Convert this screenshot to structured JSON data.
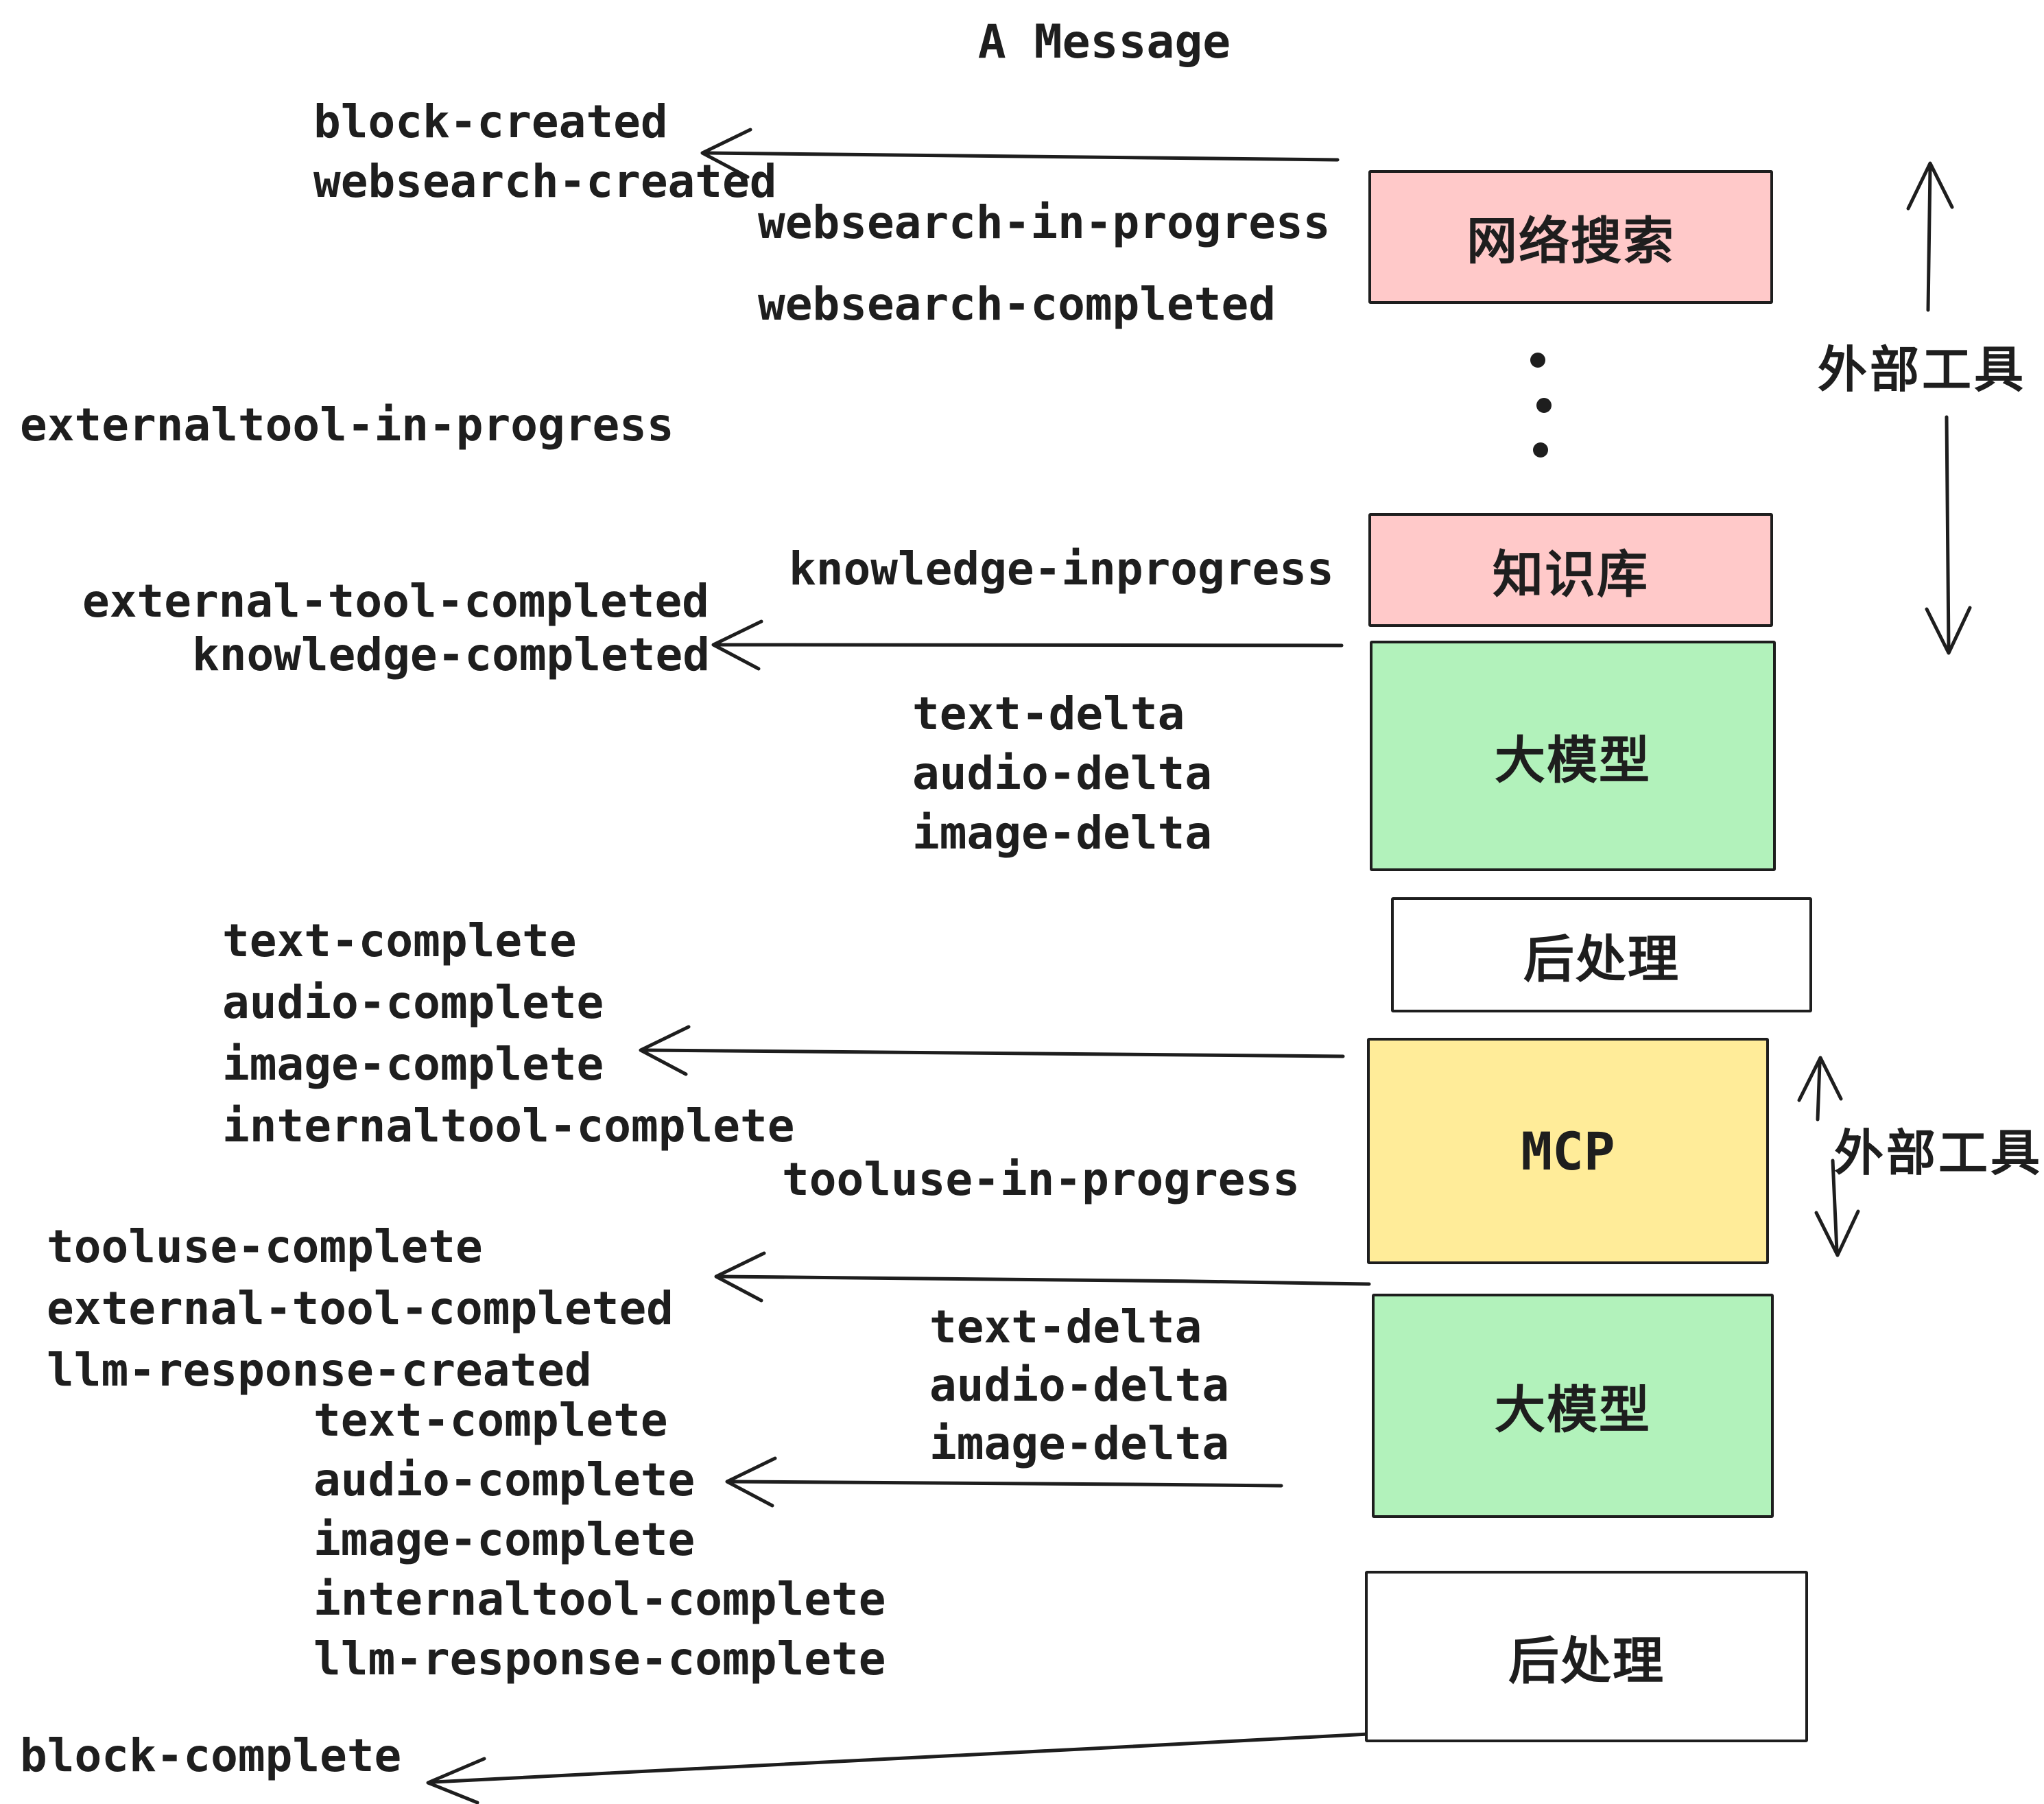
{
  "title": "A Message",
  "colors": {
    "pink": "#ffc9c9",
    "green": "#b2f2bb",
    "yellow": "#ffec99",
    "white": "#ffffff",
    "ink": "#1e1e1e"
  },
  "boxes": [
    {
      "label": "网络搜索",
      "color": "pink"
    },
    {
      "label": "知识库",
      "color": "pink"
    },
    {
      "label": "大模型",
      "color": "green"
    },
    {
      "label": "后处理",
      "color": "white"
    },
    {
      "label": "MCP",
      "color": "yellow"
    },
    {
      "label": "大模型",
      "color": "green"
    },
    {
      "label": "后处理",
      "color": "white"
    }
  ],
  "side_labels": [
    {
      "text": "外部工具"
    },
    {
      "text": "外部工具"
    }
  ],
  "events": [
    {
      "text": "block-created"
    },
    {
      "text": "websearch-created"
    },
    {
      "text": "websearch-in-progress"
    },
    {
      "text": "websearch-completed"
    },
    {
      "text": "externaltool-in-progress"
    },
    {
      "text": "knowledge-inprogress"
    },
    {
      "text": "external-tool-completed"
    },
    {
      "text": "knowledge-completed"
    },
    {
      "text": "text-delta"
    },
    {
      "text": "audio-delta"
    },
    {
      "text": "image-delta"
    },
    {
      "text": "text-complete"
    },
    {
      "text": "audio-complete"
    },
    {
      "text": "image-complete"
    },
    {
      "text": "internaltool-complete"
    },
    {
      "text": "tooluse-in-progress"
    },
    {
      "text": "tooluse-complete"
    },
    {
      "text": "external-tool-completed"
    },
    {
      "text": "llm-response-created"
    },
    {
      "text": "text-delta"
    },
    {
      "text": "audio-delta"
    },
    {
      "text": "image-delta"
    },
    {
      "text": "text-complete"
    },
    {
      "text": "audio-complete"
    },
    {
      "text": "image-complete"
    },
    {
      "text": "internaltool-complete"
    },
    {
      "text": "llm-response-complete"
    },
    {
      "text": "block-complete"
    }
  ]
}
